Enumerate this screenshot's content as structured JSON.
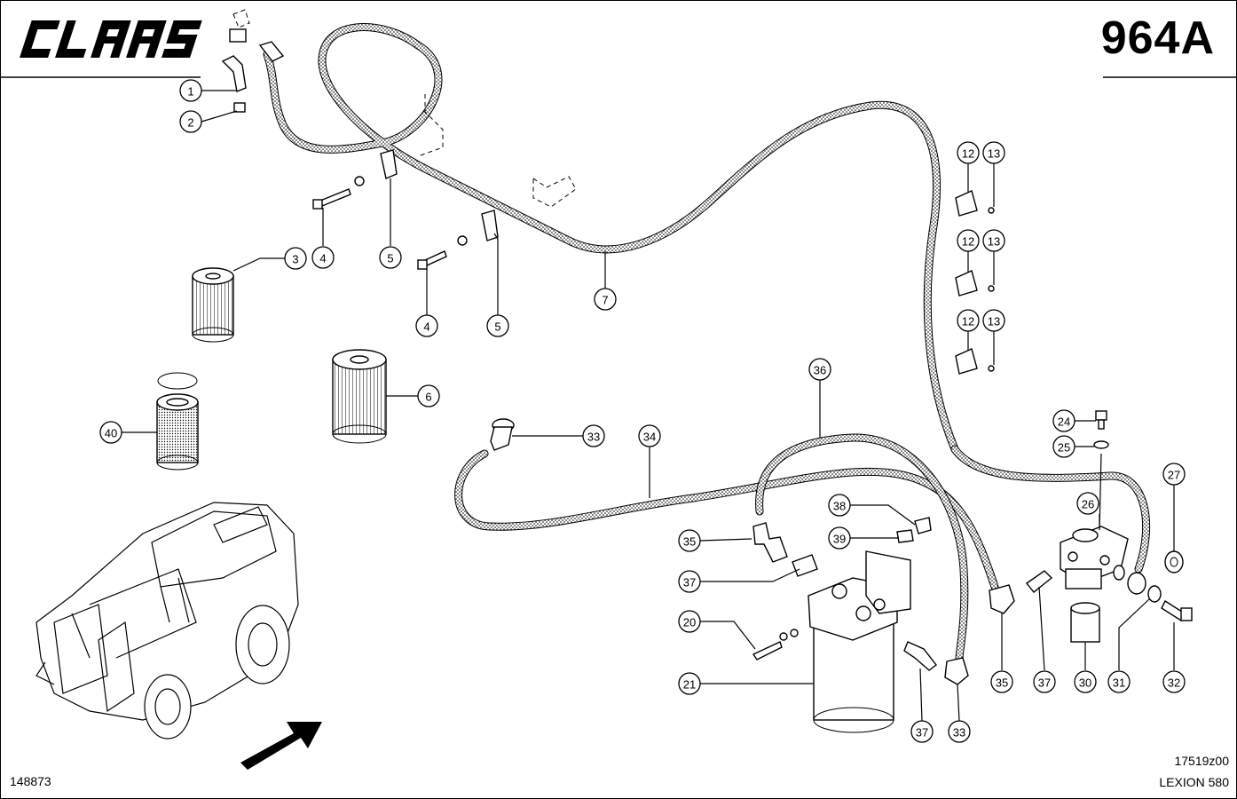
{
  "header": {
    "brand": "CLAAS",
    "page_number": "964A"
  },
  "footer": {
    "document_number": "148873",
    "drawing_code": "17519z00",
    "model": "LEXION 580"
  },
  "callouts": [
    {
      "id": "c1",
      "label": "1"
    },
    {
      "id": "c2",
      "label": "2"
    },
    {
      "id": "c3",
      "label": "3"
    },
    {
      "id": "c4a",
      "label": "4"
    },
    {
      "id": "c4b",
      "label": "4"
    },
    {
      "id": "c5a",
      "label": "5"
    },
    {
      "id": "c5b",
      "label": "5"
    },
    {
      "id": "c6",
      "label": "6"
    },
    {
      "id": "c7",
      "label": "7"
    },
    {
      "id": "c12a",
      "label": "12"
    },
    {
      "id": "c13a",
      "label": "13"
    },
    {
      "id": "c12b",
      "label": "12"
    },
    {
      "id": "c13b",
      "label": "13"
    },
    {
      "id": "c12c",
      "label": "12"
    },
    {
      "id": "c13c",
      "label": "13"
    },
    {
      "id": "c20",
      "label": "20"
    },
    {
      "id": "c21",
      "label": "21"
    },
    {
      "id": "c24",
      "label": "24"
    },
    {
      "id": "c25",
      "label": "25"
    },
    {
      "id": "c26",
      "label": "26"
    },
    {
      "id": "c27",
      "label": "27"
    },
    {
      "id": "c30",
      "label": "30"
    },
    {
      "id": "c31",
      "label": "31"
    },
    {
      "id": "c32",
      "label": "32"
    },
    {
      "id": "c33a",
      "label": "33"
    },
    {
      "id": "c33b",
      "label": "33"
    },
    {
      "id": "c34",
      "label": "34"
    },
    {
      "id": "c35a",
      "label": "35"
    },
    {
      "id": "c35b",
      "label": "35"
    },
    {
      "id": "c36",
      "label": "36"
    },
    {
      "id": "c37a",
      "label": "37"
    },
    {
      "id": "c37b",
      "label": "37"
    },
    {
      "id": "c37c",
      "label": "37"
    },
    {
      "id": "c38",
      "label": "38"
    },
    {
      "id": "c39",
      "label": "39"
    },
    {
      "id": "c40",
      "label": "40"
    }
  ]
}
